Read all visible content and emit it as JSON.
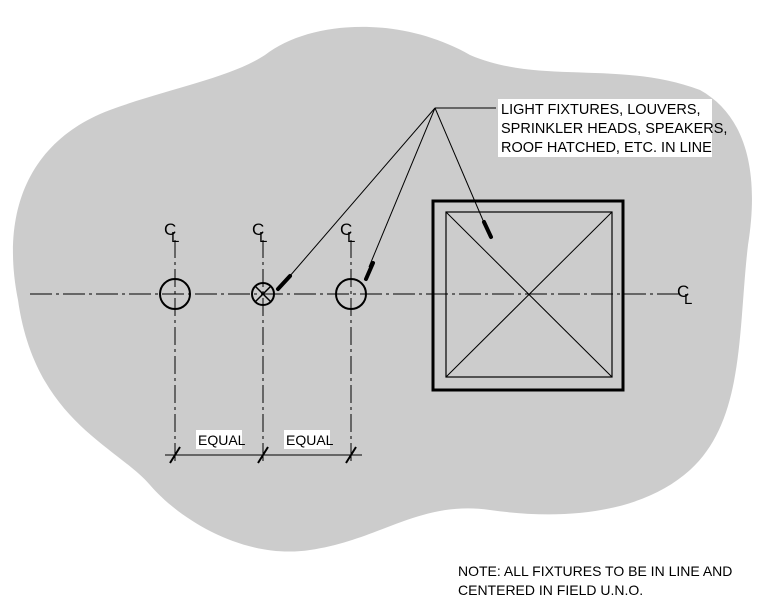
{
  "callout": {
    "lines": [
      "LIGHT FIXTURES, LOUVERS,",
      "SPRINKLER HEADS, SPEAKERS,",
      "ROOF HATCHED, ETC. IN LINE"
    ]
  },
  "centerline_symbol": {
    "c": "C",
    "l": "L"
  },
  "dimensions": {
    "left": "EQUAL",
    "right": "EQUAL"
  },
  "note": {
    "lines": [
      "NOTE:  ALL FIXTURES TO BE IN LINE AND",
      "CENTERED IN FIELD U.N.O."
    ]
  },
  "colors": {
    "field": "#cccccc",
    "ink": "#000000",
    "label_bg": "#ffffff"
  }
}
